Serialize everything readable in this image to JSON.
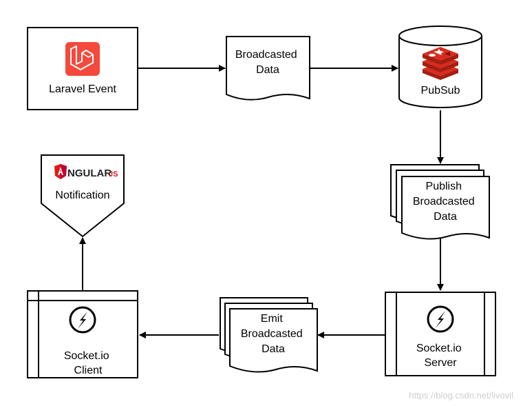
{
  "nodes": {
    "laravel_event": {
      "label": "Laravel Event"
    },
    "broadcasted_data": {
      "label_lines": [
        "Broadcasted",
        "Data"
      ]
    },
    "pubsub": {
      "label": "PubSub"
    },
    "publish_broadcasted_data": {
      "label_lines": [
        "Publish",
        "Broadcasted",
        "Data"
      ]
    },
    "socketio_server": {
      "label_lines": [
        "Socket.io",
        "Server"
      ]
    },
    "emit_broadcasted_data": {
      "label_lines": [
        "Emit",
        "Broadcasted",
        "Data"
      ]
    },
    "socketio_client": {
      "label_lines": [
        "Socket.io",
        "Client"
      ]
    },
    "notification": {
      "label": "Notification",
      "logo_text_main": "NGULAR",
      "logo_text_suffix": "JS"
    }
  },
  "edges": [
    {
      "from": "laravel_event",
      "to": "broadcasted_data"
    },
    {
      "from": "broadcasted_data",
      "to": "pubsub"
    },
    {
      "from": "pubsub",
      "to": "publish_broadcasted_data"
    },
    {
      "from": "publish_broadcasted_data",
      "to": "socketio_server"
    },
    {
      "from": "socketio_server",
      "to": "emit_broadcasted_data"
    },
    {
      "from": "emit_broadcasted_data",
      "to": "socketio_client"
    },
    {
      "from": "socketio_client",
      "to": "notification"
    }
  ],
  "watermark": "https://blog.csdn.net/livovil",
  "colors": {
    "laravel_red": "#f4493c",
    "redis_red": "#d82c20",
    "angular_red": "#dd1b16",
    "stroke": "#000000"
  }
}
